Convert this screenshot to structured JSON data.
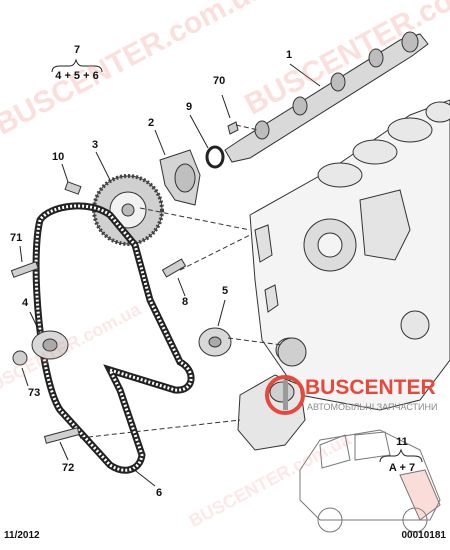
{
  "callouts": {
    "c1": "1",
    "c2": "2",
    "c3": "3",
    "c4": "4",
    "c5": "5",
    "c6": "6",
    "c8": "8",
    "c9": "9",
    "c10": "10",
    "c70": "70",
    "c71": "71",
    "c72": "72",
    "c73": "73"
  },
  "groups": {
    "g7_number": "7",
    "g7_items": "4 + 5 + 6",
    "g11_number": "11",
    "g11_items": "A + 7"
  },
  "footer": {
    "date": "11/2012",
    "ref": "00010181"
  },
  "watermark": {
    "text": "BUSCENTER.com.ua",
    "brand": "BUSCENTER",
    "tagline": "АВТОМОБІЛЬНІ ЗАПЧАСТИНИ"
  },
  "colors": {
    "brand_red": "#e8483a",
    "line": "#222222"
  }
}
